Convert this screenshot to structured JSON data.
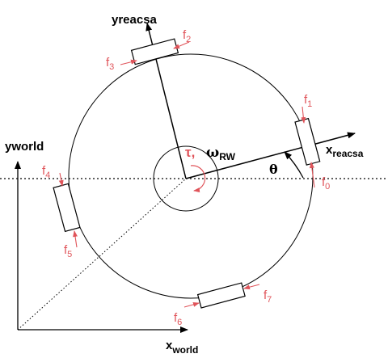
{
  "colors": {
    "line": "#000000",
    "force": "#e0545a",
    "torque": "#e0545a"
  },
  "axes": {
    "y_world": "yworld",
    "x_world_main": "x",
    "x_world_sub": "world",
    "y_reacsa": "yreacsa",
    "x_reacsa_main": "x",
    "x_reacsa_sub": "reacsa"
  },
  "symbols": {
    "torque": "τ,",
    "omega_main": "ω",
    "omega_sub": "RW",
    "theta": "θ"
  },
  "forces": [
    {
      "main": "f",
      "sub": "0"
    },
    {
      "main": "f",
      "sub": "1"
    },
    {
      "main": "f",
      "sub": "2"
    },
    {
      "main": "f",
      "sub": "3"
    },
    {
      "main": "f",
      "sub": "4"
    },
    {
      "main": "f",
      "sub": "5"
    },
    {
      "main": "f",
      "sub": "6"
    },
    {
      "main": "f",
      "sub": "7"
    }
  ]
}
